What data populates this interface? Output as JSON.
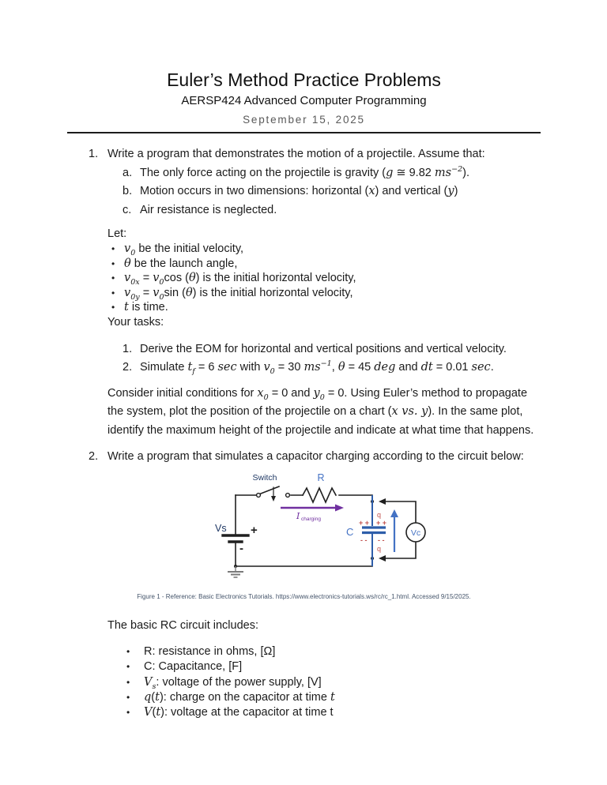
{
  "glyphs": {
    "bullet": "•"
  },
  "header": {
    "title": "Euler’s Method Practice Problems",
    "subtitle": "AERSP424 Advanced Computer Programming",
    "date": "September 15, 2025"
  },
  "problem1": {
    "number": "1.",
    "intro": "Write a program that demonstrates the motion of a projectile. Assume that:",
    "assumptions": [
      {
        "label": "a.",
        "segments": [
          {
            "t": "The only force acting on the projectile is gravity ("
          },
          {
            "t": "g",
            "s": "m"
          },
          {
            "t": " ≅ 9.82 "
          },
          {
            "t": "ms",
            "s": "m"
          },
          {
            "t": "−2",
            "s": "m",
            "sup": true
          },
          {
            "t": ")."
          }
        ]
      },
      {
        "label": "b.",
        "segments": [
          {
            "t": "Motion occurs in two dimensions: horizontal ("
          },
          {
            "t": "x",
            "s": "m"
          },
          {
            "t": ") and vertical ("
          },
          {
            "t": "y",
            "s": "m"
          },
          {
            "t": ")"
          }
        ]
      },
      {
        "label": "c.",
        "segments": [
          {
            "t": "Air resistance is neglected."
          }
        ]
      }
    ],
    "let_label": "Let:",
    "let_items": [
      {
        "segments": [
          {
            "t": "v",
            "s": "m"
          },
          {
            "t": "0",
            "s": "m",
            "sub": true
          },
          {
            "t": " be the initial velocity,"
          }
        ]
      },
      {
        "segments": [
          {
            "t": "θ",
            "s": "m"
          },
          {
            "t": " be the launch angle,"
          }
        ]
      },
      {
        "segments": [
          {
            "t": "v",
            "s": "m"
          },
          {
            "t": "0x",
            "s": "m",
            "sub": true
          },
          {
            "t": " = "
          },
          {
            "t": "v",
            "s": "m"
          },
          {
            "t": "0",
            "s": "m",
            "sub": true
          },
          {
            "t": "cos ("
          },
          {
            "t": "θ",
            "s": "m"
          },
          {
            "t": ") is the initial horizontal velocity,"
          }
        ]
      },
      {
        "segments": [
          {
            "t": "v",
            "s": "m"
          },
          {
            "t": "0y",
            "s": "m",
            "sub": true
          },
          {
            "t": " = "
          },
          {
            "t": "v",
            "s": "m"
          },
          {
            "t": "0",
            "s": "m",
            "sub": true
          },
          {
            "t": "sin ("
          },
          {
            "t": "θ",
            "s": "m"
          },
          {
            "t": ") is the initial horizontal velocity,"
          }
        ]
      },
      {
        "segments": [
          {
            "t": "t",
            "s": "m"
          },
          {
            "t": " is time."
          }
        ]
      }
    ],
    "tasks_label": "Your tasks:",
    "tasks": [
      {
        "label": "1.",
        "segments": [
          {
            "t": "Derive the EOM for horizontal and vertical positions and vertical velocity."
          }
        ]
      },
      {
        "label": "2.",
        "segments": [
          {
            "t": "Simulate "
          },
          {
            "t": "t",
            "s": "m"
          },
          {
            "t": "f",
            "s": "m",
            "sub": true
          },
          {
            "t": " = 6 "
          },
          {
            "t": "sec",
            "s": "m"
          },
          {
            "t": " with "
          },
          {
            "t": "v",
            "s": "m"
          },
          {
            "t": "0",
            "s": "m",
            "sub": true
          },
          {
            "t": " = 30 "
          },
          {
            "t": "ms",
            "s": "m"
          },
          {
            "t": "−1",
            "s": "m",
            "sup": true
          },
          {
            "t": ", "
          },
          {
            "t": "θ",
            "s": "m"
          },
          {
            "t": " = 45 "
          },
          {
            "t": "deg",
            "s": "m"
          },
          {
            "t": " and "
          },
          {
            "t": "dt",
            "s": "m"
          },
          {
            "t": " = 0.01 "
          },
          {
            "t": "sec",
            "s": "m"
          },
          {
            "t": "."
          }
        ]
      }
    ],
    "closing_segments": [
      {
        "t": "Consider initial conditions for "
      },
      {
        "t": "x",
        "s": "m"
      },
      {
        "t": "0",
        "s": "m",
        "sub": true
      },
      {
        "t": " = 0 and "
      },
      {
        "t": "y",
        "s": "m"
      },
      {
        "t": "0",
        "s": "m",
        "sub": true
      },
      {
        "t": " = 0. Using Euler’s method to propagate the system, plot the position of the projectile on a chart ("
      },
      {
        "t": "x vs. y",
        "s": "m"
      },
      {
        "t": "). In the same plot, identify the maximum height of the projectile and indicate at what time that happens."
      }
    ]
  },
  "problem2": {
    "number": "2.",
    "intro": "Write a program that simulates a capacitor charging according to the circuit below:",
    "figure": {
      "caption": "Figure 1 - Reference: Basic Electronics Tutorials. https://www.electronics-tutorials.ws/rc/rc_1.html. Accessed 9/15/2025.",
      "labels": {
        "switch": "Switch",
        "resistor": "R",
        "current": "I",
        "current_sub": "charging",
        "source": "Vs",
        "plus": "+",
        "minus": "-",
        "capacitor": "C",
        "plates_plus_left": "+ +",
        "plates_plus_right": "+ +",
        "plates_minus_left": "- -",
        "plates_minus_right": "- -",
        "charge_top": "q",
        "charge_bottom": "q",
        "voltmeter": "Vc"
      },
      "colors": {
        "wire": "#1f1f1f",
        "blue": "#4472C4",
        "navy": "#1F3864",
        "purple": "#7030A0",
        "red": "#C0504D",
        "cap_blue": "#2E5EAA",
        "ground": "#7a7a7a",
        "white": "#ffffff"
      }
    },
    "rc_label": "The basic RC circuit includes:",
    "rc_items": [
      {
        "segments": [
          {
            "t": "R: resistance in ohms, [Ω]"
          }
        ]
      },
      {
        "segments": [
          {
            "t": "C: Capacitance, [F]"
          }
        ]
      },
      {
        "segments": [
          {
            "t": "V",
            "s": "m"
          },
          {
            "t": "s",
            "s": "m",
            "sub": true
          },
          {
            "t": ": voltage of the power supply, [V]"
          }
        ]
      },
      {
        "segments": [
          {
            "t": "q",
            "s": "m"
          },
          {
            "t": "("
          },
          {
            "t": "t",
            "s": "m"
          },
          {
            "t": "): charge on the capacitor at time "
          },
          {
            "t": "t",
            "s": "m"
          }
        ]
      },
      {
        "segments": [
          {
            "t": "V",
            "s": "m"
          },
          {
            "t": "("
          },
          {
            "t": "t",
            "s": "m"
          },
          {
            "t": "): voltage at the capacitor at time t"
          }
        ]
      }
    ]
  }
}
